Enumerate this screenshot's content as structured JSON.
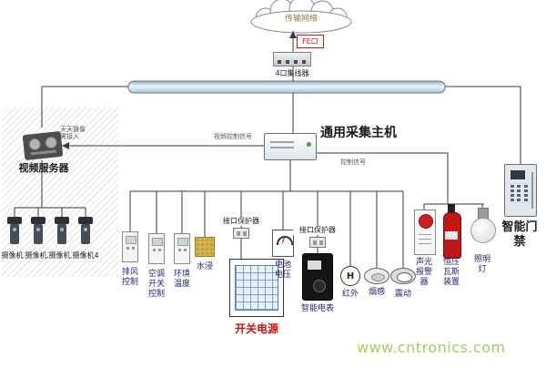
{
  "colors": {
    "accent_red": "#cc1111",
    "watermark_green": "#a4ce5e",
    "bus_fill": "#cfe0ee"
  },
  "cloud": {
    "label": "传输网络"
  },
  "fe_port": {
    "label": "FE口"
  },
  "hub": {
    "label": "4口集线器"
  },
  "video_server": {
    "label": "视频服务器",
    "note": "天天摄像 需接入"
  },
  "cameras": [
    {
      "label": "摄像机1"
    },
    {
      "label": "摄像机2"
    },
    {
      "label": "摄像机3"
    },
    {
      "label": "摄像机4"
    }
  ],
  "host": {
    "label": "通用采集主机"
  },
  "signals": {
    "video": "视频控制信号",
    "control": "控制信号"
  },
  "devices": {
    "exhaust": {
      "label": "排风控制"
    },
    "ac": {
      "label": "空调开关控制"
    },
    "temperature": {
      "label": "环境温度"
    },
    "water": {
      "label": "水浸"
    },
    "protector_a": {
      "label": "接口保护器"
    },
    "protector_b": {
      "label": "接口保护器"
    },
    "power": {
      "label": "开关电源"
    },
    "battery": {
      "label": "电池电压"
    },
    "meter": {
      "label": "智能电表"
    },
    "infrared": {
      "label": "红外",
      "glyph": "H"
    },
    "smoke": {
      "label": "烟感"
    },
    "vibration": {
      "label": "震动"
    },
    "alarm": {
      "label": "声光报警器"
    },
    "extinguisher": {
      "label": "恒压瓦斯装置"
    },
    "lamp": {
      "label": "照明灯"
    }
  },
  "access": {
    "label": "智能门禁"
  },
  "watermark": "www.cntronics.com"
}
